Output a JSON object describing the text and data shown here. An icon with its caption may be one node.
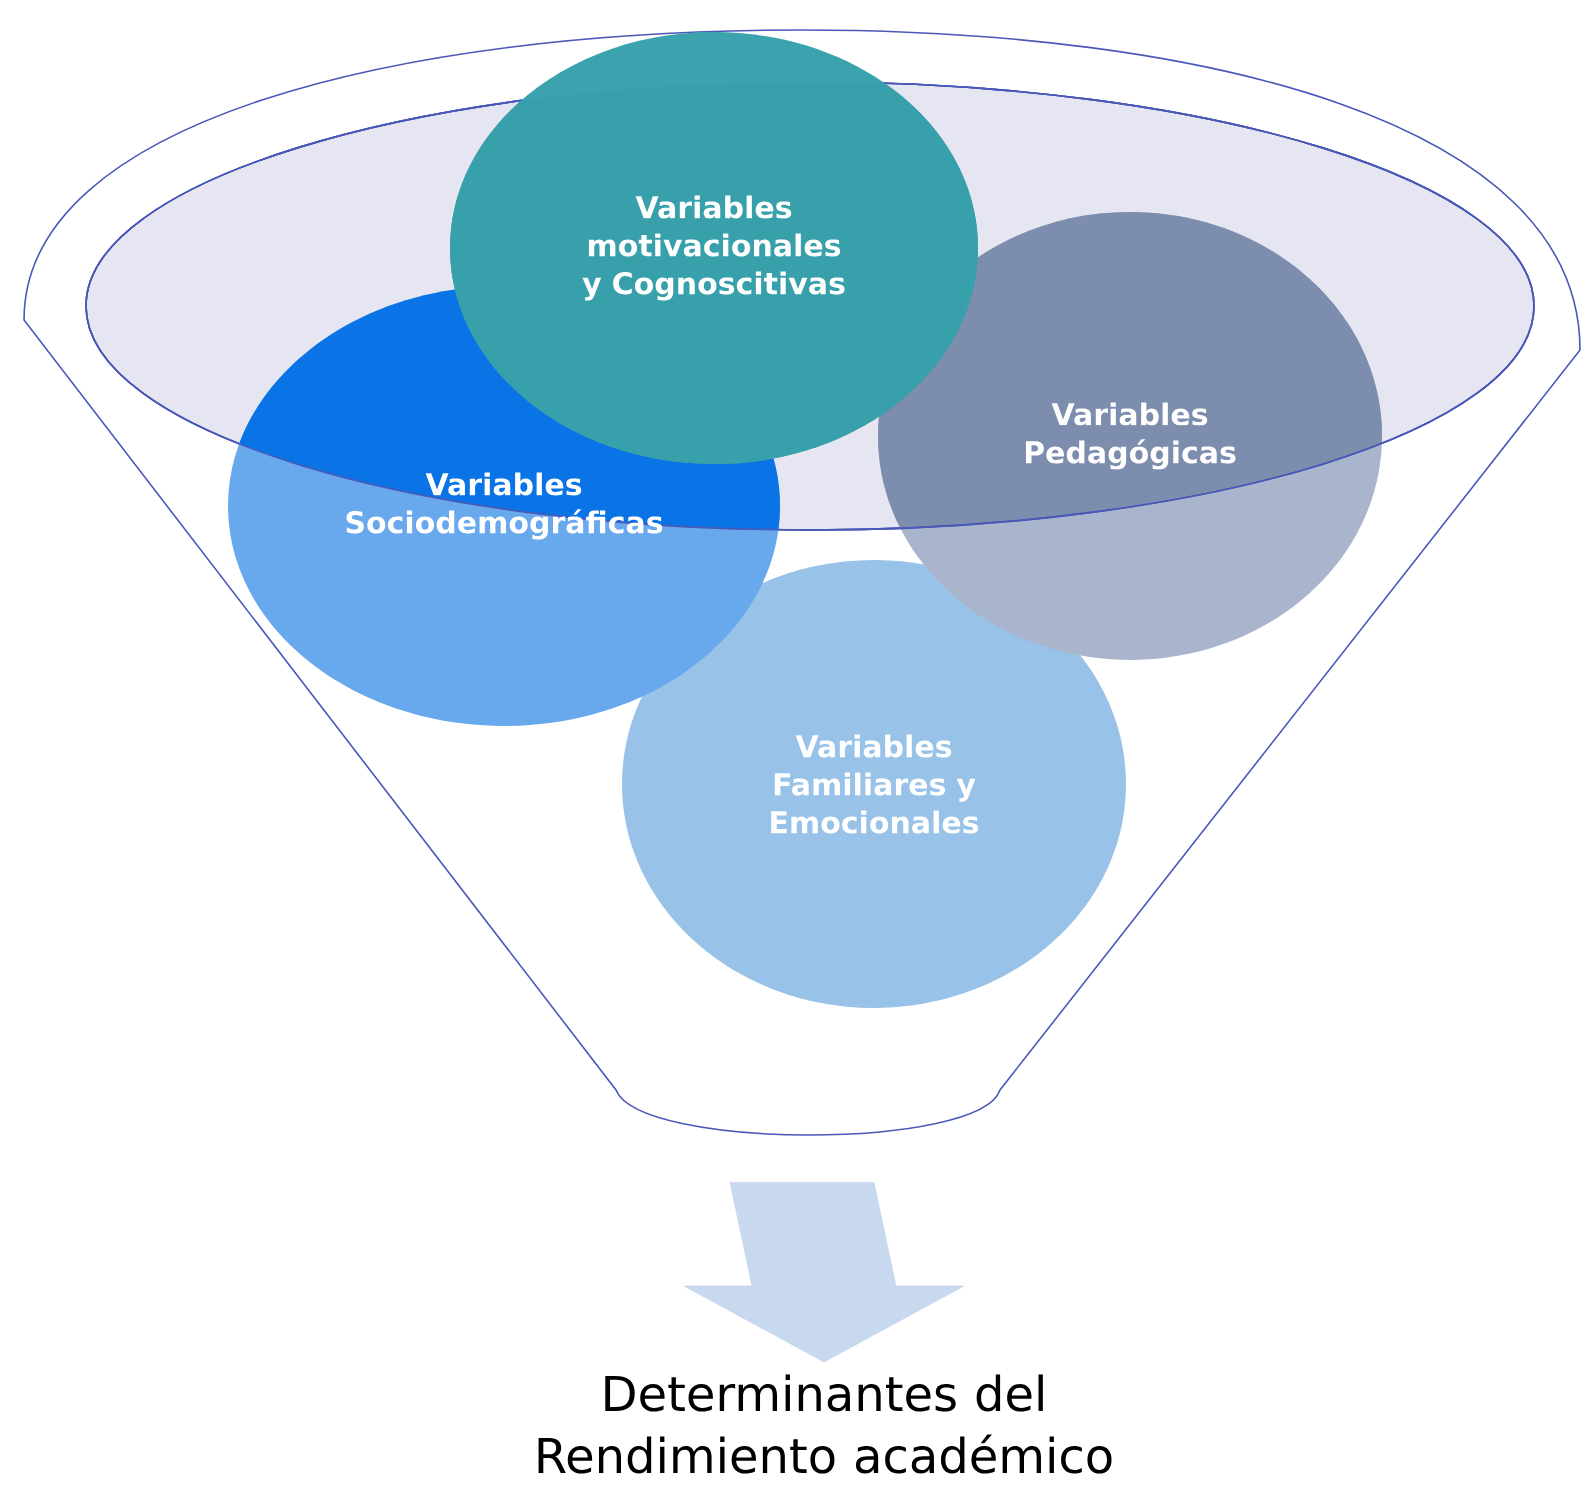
{
  "diagram": {
    "nodes": [
      {
        "text": [],
        "shape": "funnel"
      },
      {
        "text": [
          "Variables motivacionales y Cognoscitivas"
        ],
        "in": 0
      },
      {
        "text": [
          "Variables Sociodemográficas"
        ],
        "in": 0
      },
      {
        "text": [
          "Variables Pedagógicas"
        ],
        "in": 0
      },
      {
        "text": [
          "Variables Familiares y Emocionales"
        ],
        "in": 0
      },
      {
        "text": [
          "Determinantes del Rendimiento académico"
        ]
      }
    ],
    "edges": [
      {
        "from": 0,
        "to": 5,
        "arrow": "to"
      }
    ]
  }
}
